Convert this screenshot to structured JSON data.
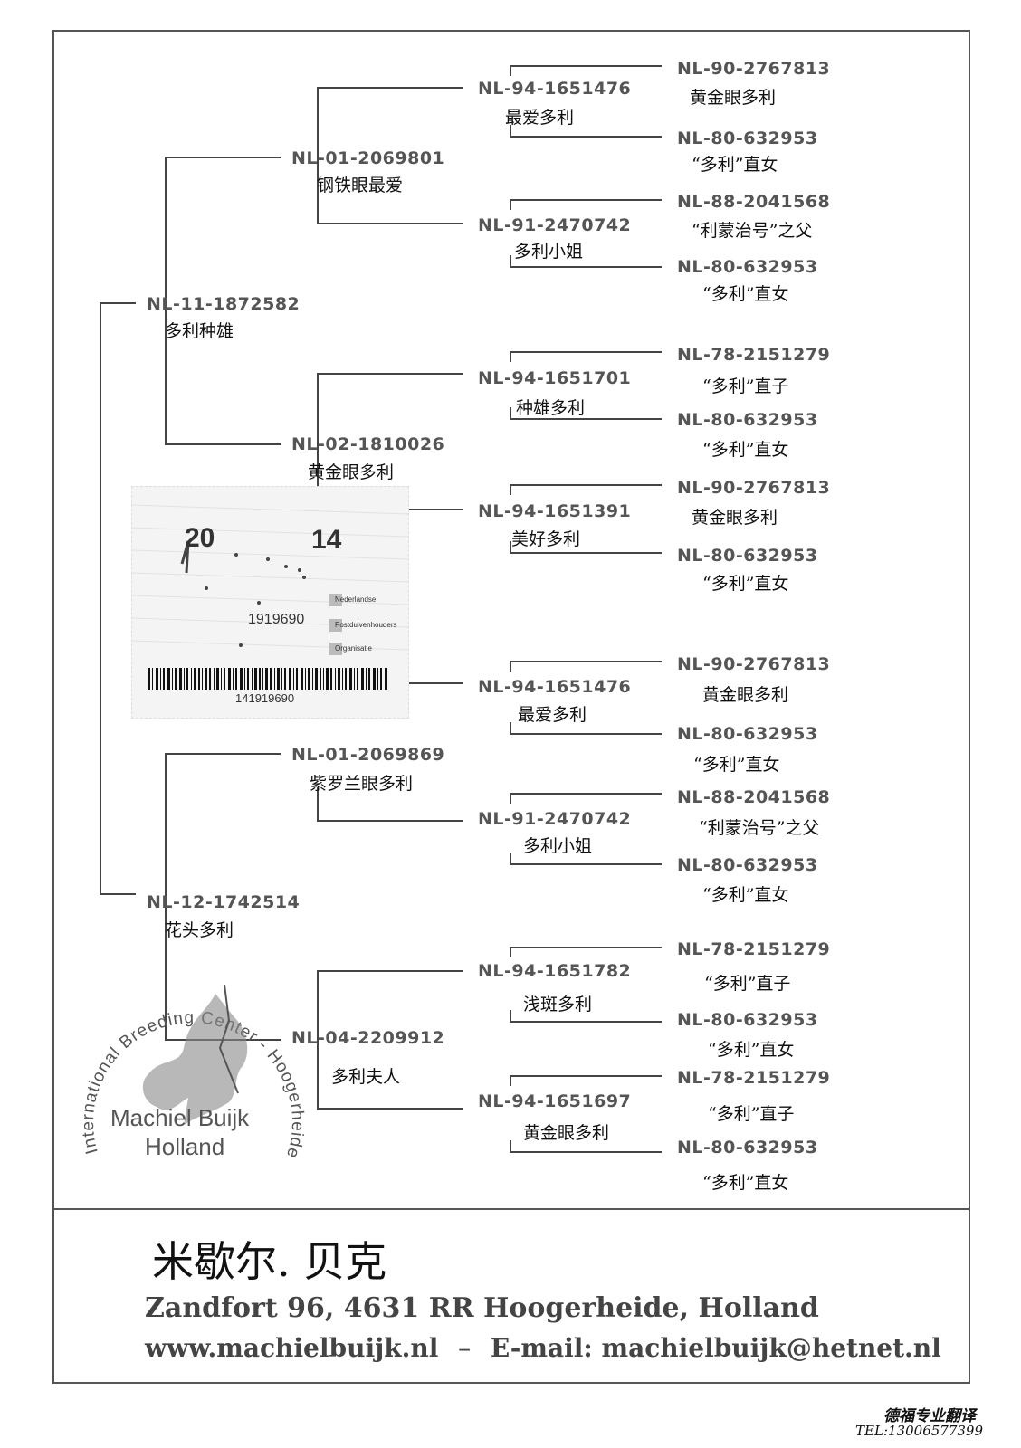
{
  "pedigree": {
    "subject": {
      "sire": {
        "ring": "NL-11-1872582",
        "name": "多利种雄"
      },
      "dam": {
        "ring": "NL-12-1742514",
        "name": "花头多利"
      }
    },
    "g2": [
      {
        "ring": "NL-01-2069801",
        "name": "钢铁眼最爱"
      },
      {
        "ring": "NL-02-1810026",
        "name": "黄金眼多利"
      },
      {
        "ring": "NL-01-2069869",
        "name": "紫罗兰眼多利"
      },
      {
        "ring": "NL-04-2209912",
        "name": "多利夫人"
      }
    ],
    "g3": [
      {
        "ring": "NL-94-1651476",
        "name": "最爱多利"
      },
      {
        "ring": "NL-91-2470742",
        "name": "多利小姐"
      },
      {
        "ring": "NL-94-1651701",
        "name": "种雄多利"
      },
      {
        "ring": "NL-94-1651391",
        "name": "美好多利"
      },
      {
        "ring": "NL-94-1651476",
        "name": "最爱多利"
      },
      {
        "ring": "NL-91-2470742",
        "name": "多利小姐"
      },
      {
        "ring": "NL-94-1651782",
        "name": "浅斑多利"
      },
      {
        "ring": "NL-94-1651697",
        "name": "黄金眼多利"
      }
    ],
    "g4": [
      {
        "ring": "NL-90-2767813",
        "name": "黄金眼多利"
      },
      {
        "ring": "NL-80-632953",
        "name": "“多利”直女"
      },
      {
        "ring": "NL-88-2041568",
        "name": "“利蒙治号”之父"
      },
      {
        "ring": "NL-80-632953",
        "name": "“多利”直女"
      },
      {
        "ring": "NL-78-2151279",
        "name": "“多利”直子"
      },
      {
        "ring": "NL-80-632953",
        "name": "“多利”直女"
      },
      {
        "ring": "NL-90-2767813",
        "name": "黄金眼多利"
      },
      {
        "ring": "NL-80-632953",
        "name": "“多利”直女"
      },
      {
        "ring": "NL-90-2767813",
        "name": "黄金眼多利"
      },
      {
        "ring": "NL-80-632953",
        "name": "“多利”直女"
      },
      {
        "ring": "NL-88-2041568",
        "name": "“利蒙治号”之父"
      },
      {
        "ring": "NL-80-632953",
        "name": "“多利”直女"
      },
      {
        "ring": "NL-78-2151279",
        "name": "“多利”直子"
      },
      {
        "ring": "NL-80-632953",
        "name": "“多利”直女"
      },
      {
        "ring": "NL-78-2151279",
        "name": "“多利”直子"
      },
      {
        "ring": "NL-80-632953",
        "name": "“多利”直女"
      }
    ]
  },
  "sticker": {
    "year_left": "20",
    "year_right": "14",
    "number": "1919690",
    "barcode_number": "141919690",
    "org_lines": [
      "Nederlandse",
      "Postduivenhouders",
      "Organisatie"
    ]
  },
  "stamp": {
    "arc_text": "International Breeding Center - Hoogerheide - Holland",
    "line1": "Machiel Buijk",
    "line2": "Holland"
  },
  "footer": {
    "name": "米歇尔. 贝克",
    "address": "Zandfort 96, 4631 RR Hoogerheide, Holland",
    "website": "www.machielbuijk.nl",
    "separator": "–",
    "email": "E-mail: machielbuijk@hetnet.nl"
  },
  "translator": {
    "name": "德福专业翻译",
    "tel": "TEL:13006577399"
  }
}
